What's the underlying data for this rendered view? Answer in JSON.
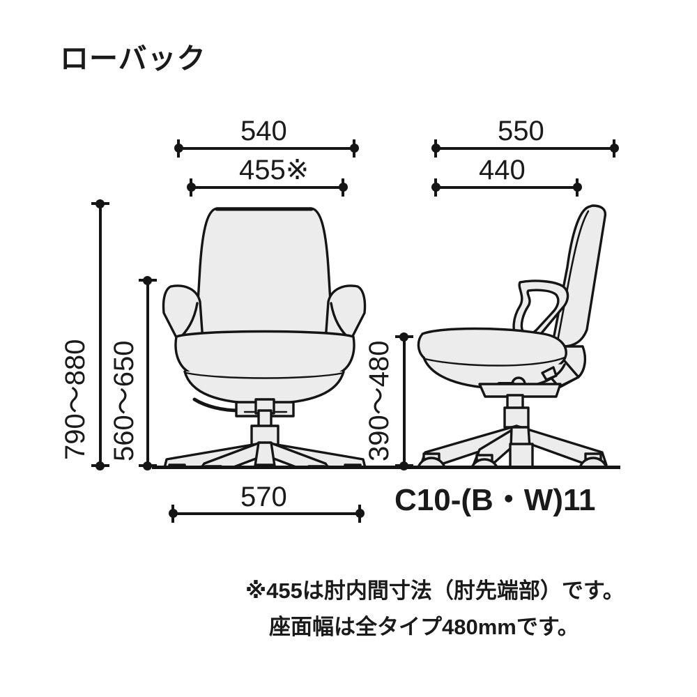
{
  "title": "ローバック",
  "model_number": "C10-(B・W)11",
  "notes": [
    "※455は肘内間寸法（肘先端部）です。",
    "座面幅は全タイプ480mmです。"
  ],
  "colors": {
    "line": "#151515",
    "chair_fill": "#ececec",
    "background": "#ffffff"
  },
  "dimensions": {
    "front_view": {
      "overall_width": "540",
      "inner_arm_width": "455※",
      "height_range": "790〜880",
      "back_height_range": "560〜650",
      "base_width": "570"
    },
    "side_view": {
      "overall_depth": "550",
      "seat_depth": "440",
      "seat_height_range": "390〜480"
    }
  },
  "labels": {
    "d540": "540",
    "d455": "455※",
    "d550": "550",
    "d440": "440",
    "d790_880": "790〜880",
    "d560_650": "560〜650",
    "d390_480": "390〜480",
    "d570": "570"
  }
}
